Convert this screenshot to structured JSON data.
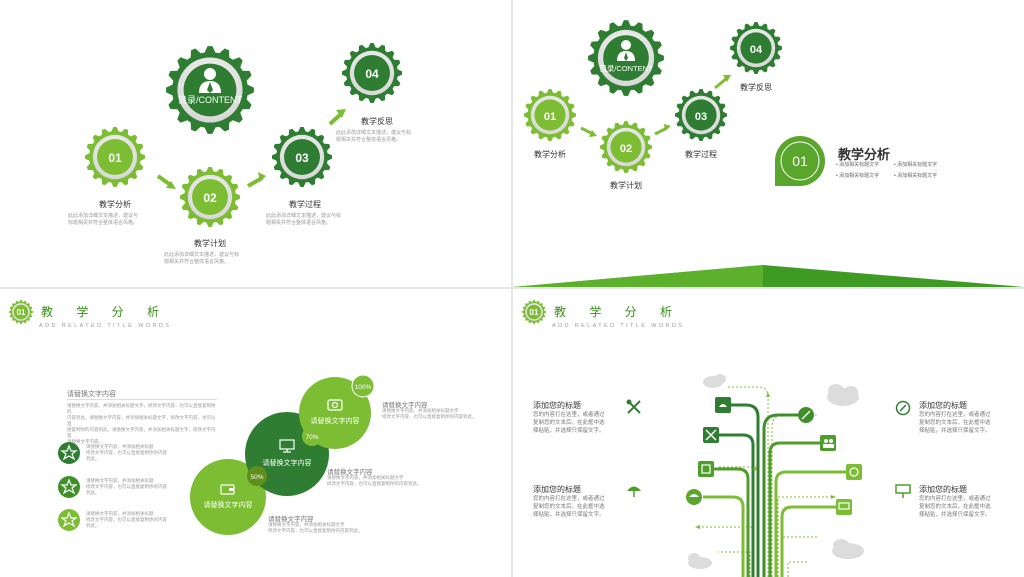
{
  "colors": {
    "dark_green": "#2e7d32",
    "mid_green": "#4f9d2b",
    "light_green": "#7cbd34",
    "gray_text": "#9a9a9a"
  },
  "slide1": {
    "center": {
      "label": "目录/CONTENT",
      "icon": "person-icon"
    },
    "gears": [
      {
        "num": "01",
        "title": "教学分析",
        "desc1": "此此添加详细文本描述，建议与",
        "desc2": "标题相关并符合整体语言风格。"
      },
      {
        "num": "02",
        "title": "教学计划",
        "desc1": "此此添加详细文本描述，建议与标",
        "desc2": "题相关并符合整体语言风格。"
      },
      {
        "num": "03",
        "title": "教学过程",
        "desc1": "此此添加详细文本描述，建议与标",
        "desc2": "题相关并符合整体语言风格。"
      },
      {
        "num": "04",
        "title": "教学反思",
        "desc1": "此此添加详细文本描述，建议与标",
        "desc2": "题相关并符合整体语言风格。"
      }
    ]
  },
  "slide2": {
    "center": {
      "label": "目录/CONTENT",
      "icon": "person-icon"
    },
    "gears": [
      {
        "num": "01",
        "title": "教学分析"
      },
      {
        "num": "02",
        "title": "教学计划"
      },
      {
        "num": "03",
        "title": "教学过程"
      },
      {
        "num": "04",
        "title": "教学反思"
      }
    ],
    "badge_num": "01",
    "section_title": "教学分析",
    "bullets": [
      "添加相关标题文字",
      "添加相关标题文字",
      "添加相关标题文字",
      "添加相关标题文字"
    ]
  },
  "slide3": {
    "badge_num": "01",
    "title": "教 学 分 析",
    "subtitle": "ADD RELATED TITLE WORDS",
    "intro_title": "请替换文字内容",
    "intro_l1": "请替换文字内容，并添加相关标题文字，修改文字内容，也可以直接复制你的",
    "intro_l2": "内容到此。请替换文字内容，并添加相关标题文字，修改文字内容，也可以直",
    "intro_l3": "接复制你的内容到此。请替换文字内容，并添加相关标题文字，修改文字内容",
    "intro_l4": "请替换文字内容。",
    "stars": [
      {
        "l1": "请替换文字内容，并添加相关标题",
        "l2": "修改文字内容，也可以直接复制你的内容",
        "l3": "到此。"
      },
      {
        "l1": "请替换文字内容，并添加相关标题",
        "l2": "修改文字内容，也可以直接复制你的内容",
        "l3": "到此。"
      },
      {
        "l1": "请替换文字内容，并添加相关标题",
        "l2": "修改文字内容，也可以直接复制你的内容",
        "l3": "到此。"
      }
    ],
    "circles": [
      {
        "text": "请替换文字内容",
        "pct": "50%",
        "icon": "wallet-icon"
      },
      {
        "text": "请替换文字内容",
        "pct": "70%",
        "icon": "monitor-icon"
      },
      {
        "text": "请替换文字内容",
        "pct": "100%",
        "icon": "camera-icon"
      }
    ],
    "notes": [
      {
        "title": "请替换文字内容",
        "l1": "请替换文字内容，并添加相关标题文字",
        "l2": "修改文字内容，也可以直接复制你的内容到此。"
      },
      {
        "title": "请替换文字内容",
        "l1": "请替换文字内容，并添加相关标题文字",
        "l2": "修改文字内容，也可以直接复制你的内容到此。"
      },
      {
        "title": "请替换文字内容",
        "l1": "请替换文字内容，并添加相关标题文字",
        "l2": "修改文字内容，也可以直接复制你的内容到此。"
      }
    ]
  },
  "slide4": {
    "badge_num": "01",
    "title": "教 学 分 析",
    "subtitle": "ADD RELATED TITLE WORDS",
    "items": [
      {
        "title": "添加您的标题",
        "l1": "您的内容打在这里，或者通过",
        "l2": "复制您的文本后，在此框中选",
        "l3": "择粘贴，并选择只保留文字。",
        "icon": "tools-icon"
      },
      {
        "title": "添加您的标题",
        "l1": "您的内容打在这里，或者通过",
        "l2": "复制您的文本后，在此框中选",
        "l3": "择粘贴，并选择只保留文字。",
        "icon": "umbrella-icon"
      },
      {
        "title": "添加您的标题",
        "l1": "您的内容打在这里，或者通过",
        "l2": "复制您的文本后，在此框中选",
        "l3": "择粘贴，并选择只保留文字。",
        "icon": "compass-icon"
      },
      {
        "title": "添加您的标题",
        "l1": "您的内容打在这里，或者通过",
        "l2": "复制您的文本后，在此框中选",
        "l3": "择粘贴，并选择只保留文字。",
        "icon": "presentation-icon"
      }
    ]
  }
}
